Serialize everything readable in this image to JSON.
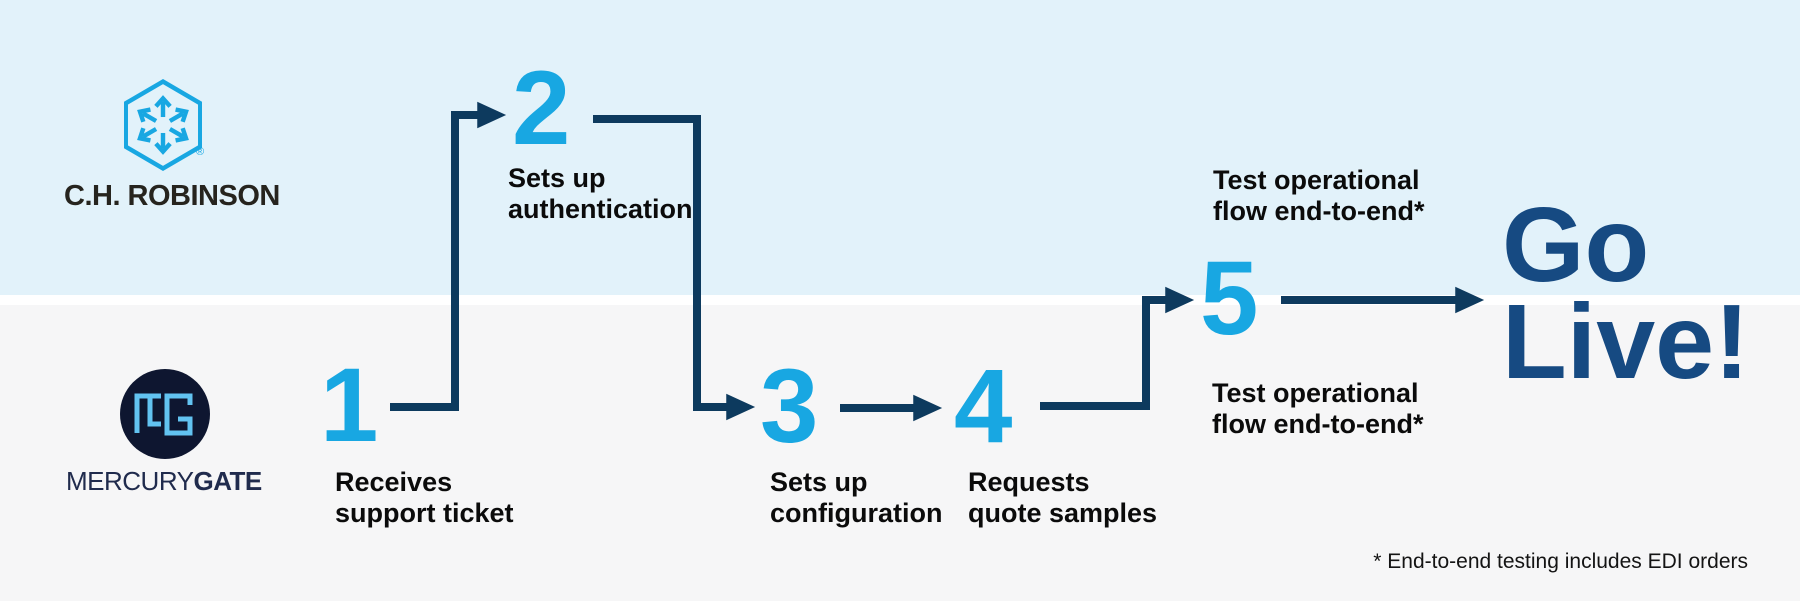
{
  "palette": {
    "lane_top_bg": "#E2F2FA",
    "lane_bottom_bg": "#F6F6F7",
    "divider": "#FFFFFF",
    "step_number_blue": "#18A7E2",
    "arrow_navy": "#0D3A5E",
    "go_live_navy": "#164A82",
    "label_black": "#0B0B0B",
    "chr_icon_blue": "#18A7E2",
    "chr_wordmark": "#26241E",
    "mg_circle_navy": "#0E1630",
    "mg_monogram_blue": "#62C3F1",
    "mg_wordmark_navy": "#202B4D"
  },
  "companies": {
    "top": {
      "name": "C.H. ROBINSON",
      "reg_mark": "®",
      "icon": "chr-hexagon-arrows"
    },
    "bottom": {
      "name_part1": "MERCURY",
      "name_part2": "GATE",
      "icon": "mg-monogram-circle"
    }
  },
  "steps": [
    {
      "number": "1",
      "actor": "MercuryGate",
      "label": "Receives\nsupport ticket"
    },
    {
      "number": "2",
      "actor": "C.H. Robinson",
      "label": "Sets up\nauthentication"
    },
    {
      "number": "3",
      "actor": "MercuryGate",
      "label": "Sets up\nconfiguration"
    },
    {
      "number": "4",
      "actor": "MercuryGate",
      "label": "Requests\nquote samples"
    },
    {
      "number": "5",
      "actor": "Both",
      "label_above": "Test operational\nflow end-to-end*",
      "label_below": "Test operational\nflow end-to-end*"
    }
  ],
  "outcome": {
    "text": "Go\nLive!"
  },
  "footnote": "* End-to-end testing includes EDI orders"
}
